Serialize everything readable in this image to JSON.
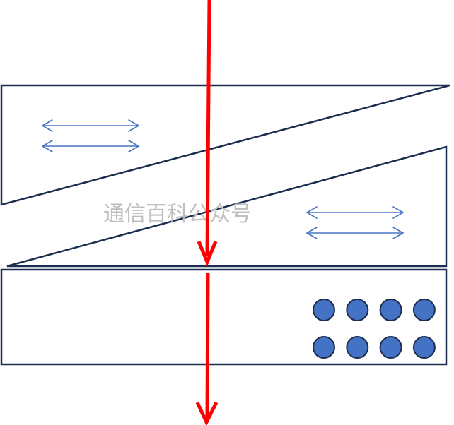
{
  "diagram": {
    "watermark": "通信百科公众号",
    "colors": {
      "outline": "#1c2e4f",
      "axis_arrow": "#4a74c6",
      "dot_fill": "#4472c4",
      "beam": "#ff0000",
      "background": "#ffffff"
    },
    "dots": {
      "rows": 2,
      "columns": 4
    }
  }
}
